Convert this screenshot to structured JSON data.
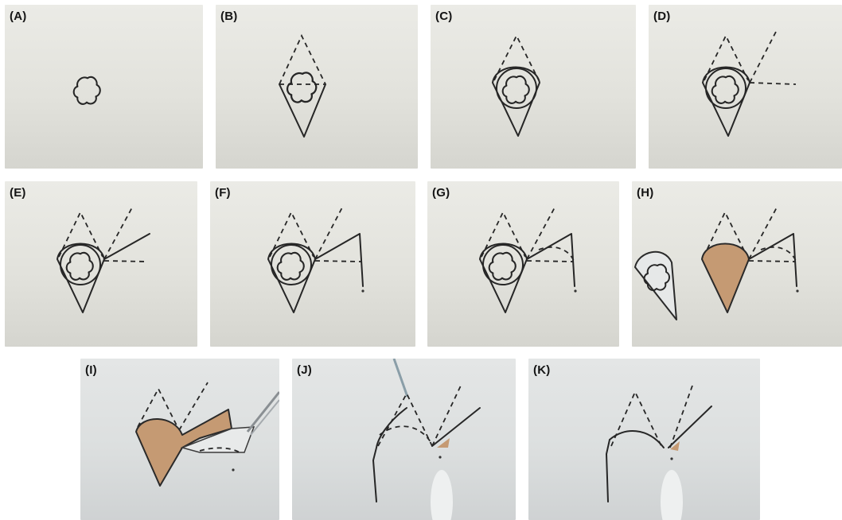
{
  "panels": [
    {
      "label": "(A)"
    },
    {
      "label": "(B)"
    },
    {
      "label": "(C)"
    },
    {
      "label": "(D)"
    },
    {
      "label": "(E)"
    },
    {
      "label": "(F)"
    },
    {
      "label": "(G)"
    },
    {
      "label": "(H)"
    },
    {
      "label": "(I)"
    },
    {
      "label": "(J)"
    },
    {
      "label": "(K)"
    }
  ],
  "colors": {
    "paper": "#e2e2dc",
    "ink": "#262626",
    "exposed_layer": "#c59a73"
  }
}
